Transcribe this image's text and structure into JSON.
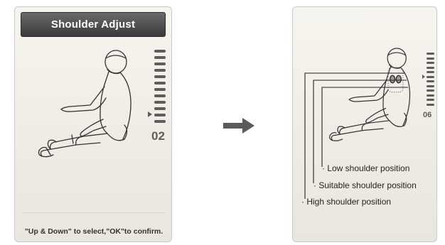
{
  "left_screen": {
    "title": "Shoulder Adjust",
    "level_display": "02",
    "level_value": 2,
    "level_max": 12,
    "instruction": "\"Up & Down\" to select,\"OK\"to confirm."
  },
  "arrow": {
    "direction": "right"
  },
  "right_screen": {
    "level_display": "06",
    "level_value": 6,
    "level_max": 12,
    "positions": [
      {
        "label": "· Low shoulder position"
      },
      {
        "label": "· Suitable shoulder position"
      },
      {
        "label": "· High shoulder position"
      }
    ]
  },
  "colors": {
    "panel_bg": "#f2efe8",
    "title_bar": "#4a4a4a",
    "indicator": "#5d5d5d",
    "level_text": "#5e5e5e"
  }
}
